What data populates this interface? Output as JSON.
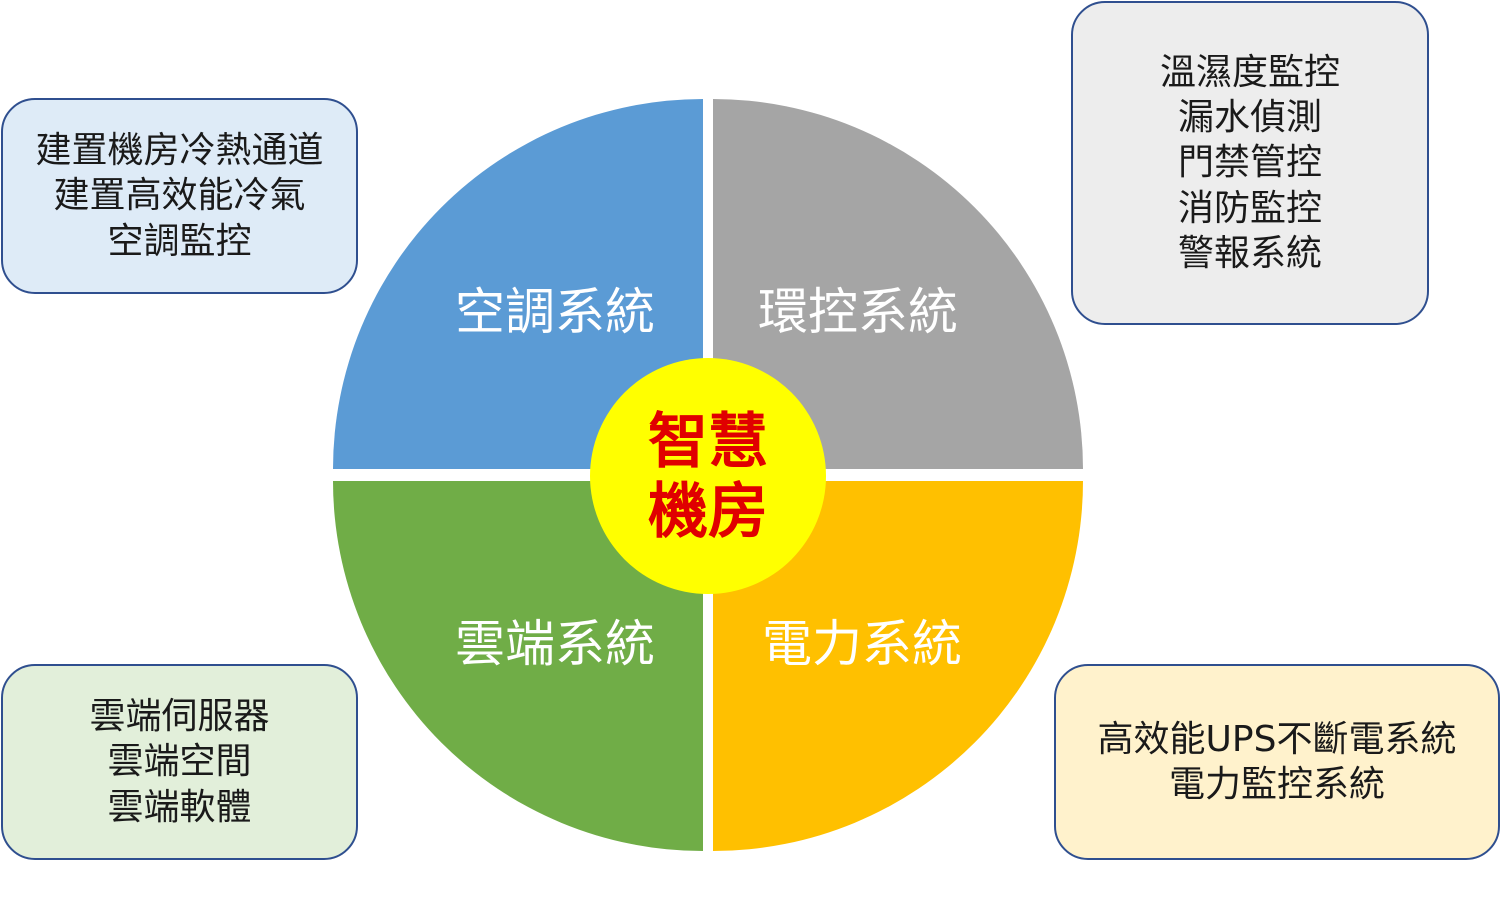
{
  "diagram": {
    "center": {
      "lines": [
        "智慧",
        "機房"
      ],
      "fill": "#ffff00",
      "text_color": "#e00000"
    },
    "quadrants": [
      {
        "position": "top-left",
        "label": "空調系統",
        "color": "#5b9bd5"
      },
      {
        "position": "top-right",
        "label": "環控系統",
        "color": "#a5a5a5"
      },
      {
        "position": "bottom-left",
        "label": "雲端系統",
        "color": "#70ad47"
      },
      {
        "position": "bottom-right",
        "label": "電力系統",
        "color": "#ffc000"
      }
    ],
    "detail_boxes": {
      "top_left": {
        "lines": [
          "建置機房冷熱通道",
          "建置高效能冷氣",
          "空調監控"
        ]
      },
      "top_right": {
        "lines": [
          "溫濕度監控",
          "漏水偵測",
          "門禁管控",
          "消防監控",
          "警報系統"
        ]
      },
      "bottom_left": {
        "lines": [
          "雲端伺服器",
          "雲端空間",
          "雲端軟體"
        ]
      },
      "bottom_right": {
        "lines": [
          "高效能UPS不斷電系統",
          "電力監控系統"
        ]
      }
    }
  }
}
